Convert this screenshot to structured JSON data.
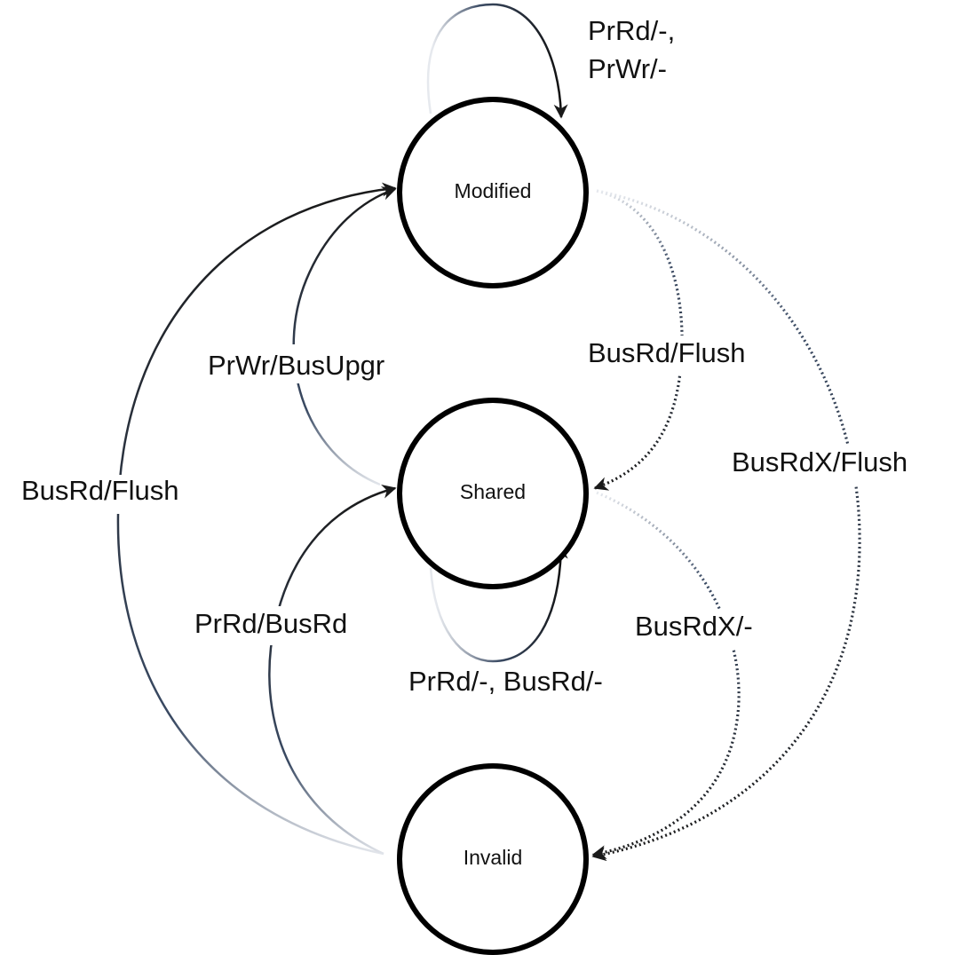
{
  "states": {
    "modified": "Modified",
    "shared": "Shared",
    "invalid": "Invalid"
  },
  "transitions": {
    "modified_self_line1": "PrRd/-,",
    "modified_self_line2": "PrWr/-",
    "shared_to_modified": "PrWr/BusUpgr",
    "invalid_to_modified": "BusRd/Flush",
    "modified_to_shared": "BusRd/Flush",
    "modified_to_invalid": "BusRdX/Flush",
    "invalid_to_shared": "PrRd/BusRd",
    "shared_self": "PrRd/-, BusRd/-",
    "shared_to_invalid": "BusRdX/-"
  },
  "colors": {
    "stroke": "#000000",
    "edge_dark": "#1a1a1a",
    "edge_blue_grey": "#3a4a63",
    "edge_fade": "#d8dde6"
  }
}
